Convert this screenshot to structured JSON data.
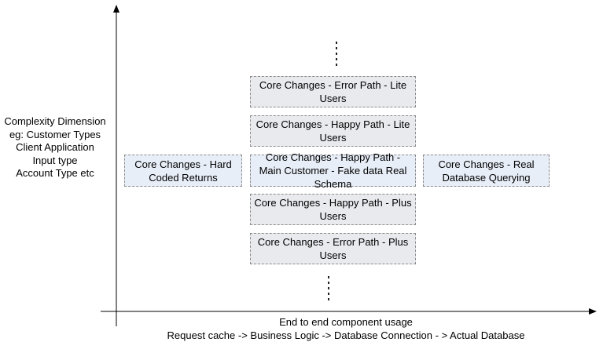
{
  "diagram": {
    "y_axis_label_lines": [
      "Complexity Dimension",
      "eg: Customer Types",
      "Client Application",
      "Input type",
      "Account Type etc"
    ],
    "x_axis_label_lines": [
      "End to end component usage",
      "Request cache -> Business Logic -> Database Connection - > Actual Database"
    ],
    "boxes": {
      "error_path_lite": "Core Changes - Error Path - Lite Users",
      "happy_path_lite": "Core Changes - Happy Path - Lite Users",
      "hard_coded": "Core Changes - Hard Coded Returns",
      "happy_path_main": "Core Changes - Happy Path - Main Customer - Fake data Real Schema",
      "real_database": "Core Changes - Real Database Querying",
      "happy_path_plus": "Core Changes - Happy Path - Plus Users",
      "error_path_plus": "Core Changes - Error Path - Plus Users"
    },
    "colors": {
      "center_box_fill": "#e8eaee",
      "side_box_fill": "#e8eef8",
      "box_border": "#8c8c8c"
    }
  }
}
